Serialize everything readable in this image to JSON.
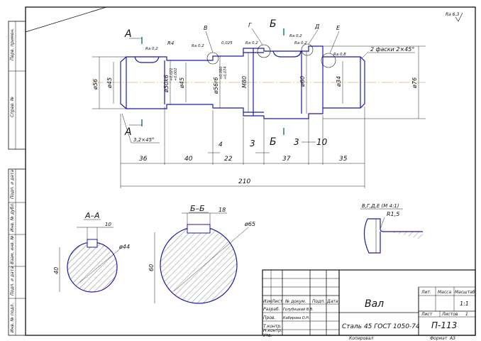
{
  "drawing": {
    "roughness_corner": "Ra 6,3",
    "section_markers": [
      "А",
      "Б"
    ],
    "detail_markers": [
      "В",
      "Г",
      "Д",
      "Е"
    ],
    "roughness_marks": [
      "Ra 0,2",
      "Ra 0,2",
      "Ra 0,2",
      "Ra 0,2",
      "Ra 0,2",
      "Ra 0,8"
    ],
    "radius_callout": "R4",
    "runout_callout": "0,025",
    "chamfer_note": "2 фаски 2×45°",
    "chamfer_left": "3,2×45°",
    "diameters": [
      "ø56",
      "ø45",
      "ø50k6",
      "ø45",
      "ø56r6",
      "M80",
      "ø60",
      "ø34",
      "ø76"
    ],
    "tolerance_k6": [
      "+0,021",
      "+0,002"
    ],
    "tolerance_r6": [
      "+0,060",
      "+0,074"
    ],
    "length_dims": [
      "36",
      "40",
      "4",
      "22",
      "3",
      "37",
      "3",
      "10",
      "35"
    ],
    "overall_length": "210",
    "section_a": {
      "title": "А–А",
      "key_width": "10",
      "diameter": "ø44",
      "depth": "40"
    },
    "section_b": {
      "title": "Б–Б",
      "key_width": "18",
      "diameter": "ø65",
      "depth": "60"
    },
    "detail": {
      "title": "В,Г,Д,Е (М 4:1)",
      "radius": "R1,5"
    }
  },
  "title_block": {
    "part_name": "Вал",
    "material": "Сталь 45 ГОСТ 1050-74",
    "code": "П-113",
    "letter_header": "Лит.",
    "mass_header": "Масса",
    "scale_header": "Масштаб",
    "scale_value": "1:1",
    "sheet_label": "Лист",
    "sheets_label": "Листов",
    "sheets_value": "1",
    "col_izm": "Изм",
    "col_list": "Лист",
    "col_doc": "№ докум.",
    "col_sign": "Подп.",
    "col_date": "Дата",
    "row_razrab": "Разраб.",
    "razrab_name": "Голубицкий В.В.",
    "row_prov": "Пров.",
    "prov_name": "Кабирова О.Н.",
    "row_tkontr": "Т.контр.",
    "row_nkontr": "Н.контр.",
    "row_utv": "Утв.",
    "copied": "Копировал",
    "format": "Формат",
    "format_value": "А3"
  },
  "side_stamps": [
    "Перв. примен.",
    "Справ. №",
    "Подп. и дата",
    "Инв. № дубл.",
    "Взам. инв. №",
    "Подп. и дата",
    "Инв. № подл."
  ]
}
